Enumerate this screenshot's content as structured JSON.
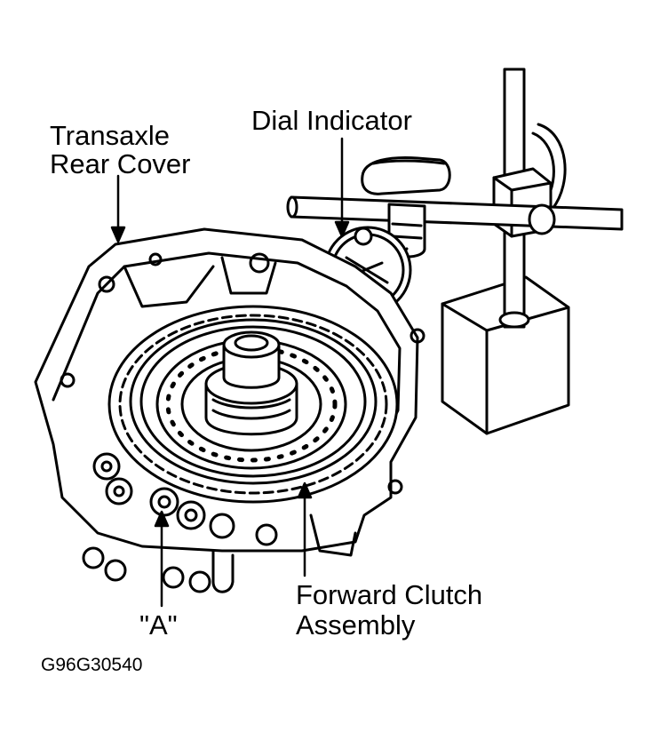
{
  "labels": {
    "rear_cover_line1": "Transaxle",
    "rear_cover_line2": "Rear Cover",
    "dial_indicator": "Dial Indicator",
    "point_a": "\"A\"",
    "forward_clutch_line1": "Forward Clutch",
    "forward_clutch_line2": "Assembly"
  },
  "figure_code": "G96G30540",
  "colors": {
    "ink": "#000000",
    "paper": "#ffffff"
  }
}
